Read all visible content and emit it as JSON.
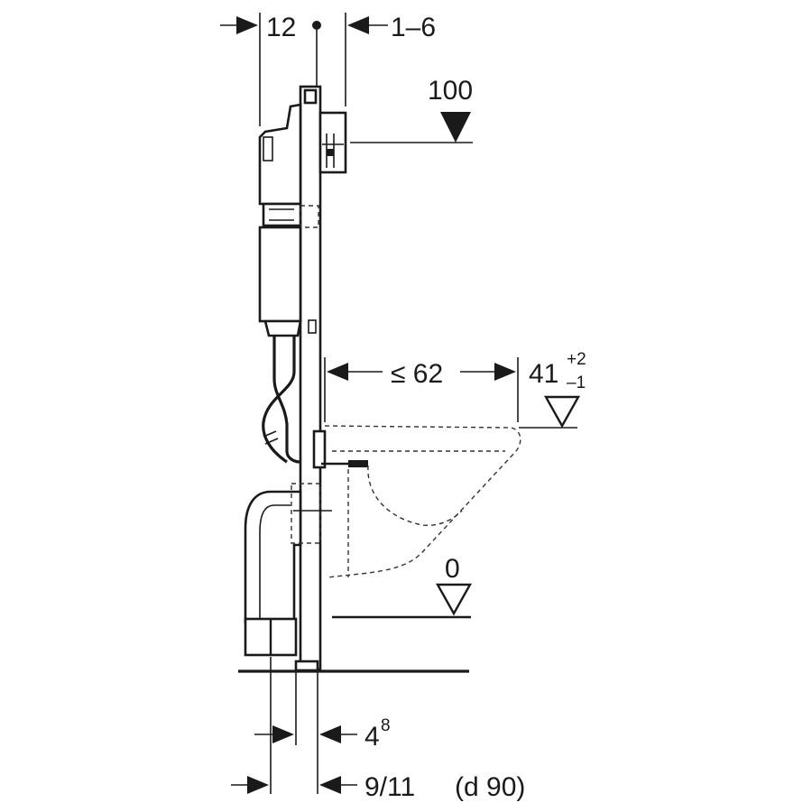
{
  "dimensions": {
    "top_left": "12",
    "top_right": "1–6",
    "height_marker": "100",
    "bowl_projection": "≤ 62",
    "seat_height_main": "41",
    "seat_height_tol_plus": "+2",
    "seat_height_tol_minus": "–1",
    "floor_marker": "0",
    "bottom_offset_base": "4",
    "bottom_offset_exp": "8",
    "bottom_pipe": "9/11",
    "bottom_pipe_diameter": "(d 90)"
  },
  "colors": {
    "ink": "#1a1a1a",
    "background": "#ffffff"
  }
}
